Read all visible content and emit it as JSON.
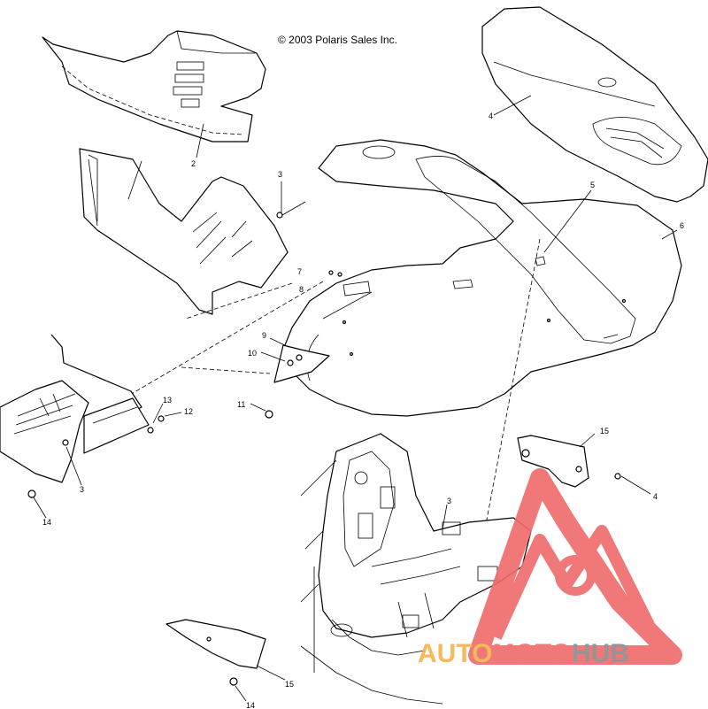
{
  "copyright": "© 2003 Polaris Sales Inc.",
  "colors": {
    "line": "#000000",
    "background": "#ffffff",
    "watermark_red": "#f06a6a",
    "watermark_orange": "#f7b24a",
    "watermark_gray": "#8a8a8a"
  },
  "callouts": {
    "c2": "2",
    "c3a": "3",
    "c3b": "3",
    "c3c": "3",
    "c4a": "4",
    "c4b": "4",
    "c5": "5",
    "c6": "6",
    "c7": "7",
    "c8": "8",
    "c9": "9",
    "c10": "10",
    "c11": "11",
    "c12": "12",
    "c13": "13",
    "c14a": "14",
    "c14b": "14",
    "c15a": "15",
    "c15b": "15"
  },
  "watermark": {
    "part1": "AUTO",
    "part2": "MOTO",
    "part3": "HUB"
  }
}
